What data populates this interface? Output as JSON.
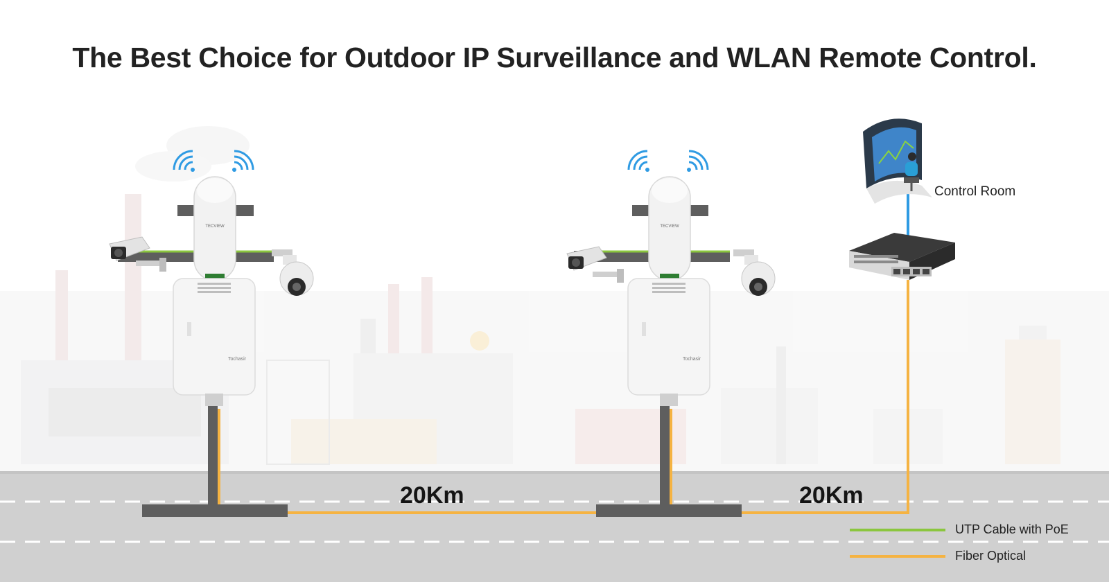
{
  "title": "The Best Choice for Outdoor IP Surveillance and WLAN Remote Control.",
  "distance_left": "20Km",
  "distance_right": "20Km",
  "control_room_label": "Control Room",
  "legend": [
    {
      "label": "UTP Cable with PoE",
      "color": "#8bc63e"
    },
    {
      "label": "Fiber Optical",
      "color": "#f5b342"
    }
  ],
  "colors": {
    "wifi": "#2f9be3",
    "utp": "#8bc63e",
    "fiber": "#f5b342",
    "ethernet": "#2f9be3",
    "pole": "#5e5e5e",
    "road": "#cfcfcf"
  },
  "icons": [
    "wifi-icon",
    "bullet-camera-icon",
    "dome-camera-icon",
    "network-switch-icon",
    "control-room-icon",
    "access-point-icon",
    "enclosure-icon"
  ]
}
